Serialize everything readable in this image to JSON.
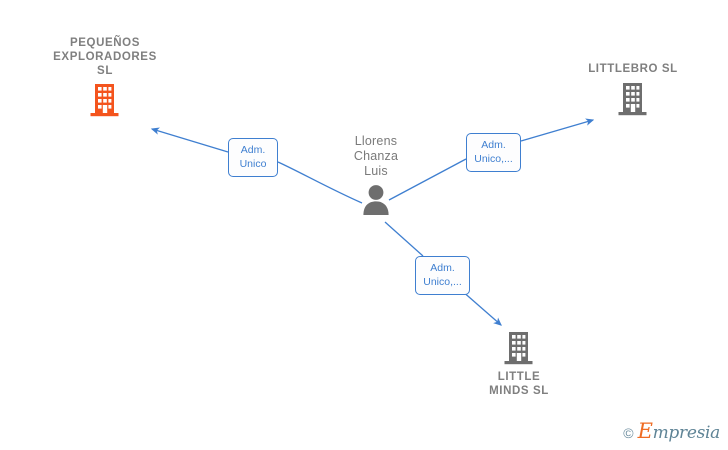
{
  "graph": {
    "background_color": "#ffffff",
    "edge_color": "#3f7fd0",
    "company_icon_color": "#6e6e6e",
    "highlight_company_color": "#f4541d",
    "person_icon_color": "#6e6e6e",
    "label_text_color": "#7f7f7f",
    "relation_label_color": "#3f7fd0",
    "nodes": [
      {
        "id": "pequenos",
        "label": "PEQUEÑOS\nEXPLORADORES\nSL",
        "type": "company",
        "icon": "building-icon",
        "highlighted": true,
        "label_position": "above"
      },
      {
        "id": "littlebro",
        "label": "LITTLEBRO SL",
        "type": "company",
        "icon": "building-icon",
        "highlighted": false,
        "label_position": "above"
      },
      {
        "id": "person",
        "label": "Llorens\nChanza\nLuis",
        "type": "person",
        "icon": "person-icon",
        "highlighted": false,
        "label_position": "above"
      },
      {
        "id": "littleminds",
        "label": "LITTLE\nMINDS  SL",
        "type": "company",
        "icon": "building-icon",
        "highlighted": false,
        "label_position": "below"
      }
    ],
    "edges": [
      {
        "id": "edge-pequenos",
        "from": "person",
        "to": "pequenos",
        "label": "Adm.\nUnico"
      },
      {
        "id": "edge-littlebro",
        "from": "person",
        "to": "littlebro",
        "label": "Adm.\nUnico,..."
      },
      {
        "id": "edge-littleminds",
        "from": "person",
        "to": "littleminds",
        "label": "Adm.\nUnico,..."
      }
    ]
  },
  "watermark": {
    "copyright": "©",
    "brand_initial": "E",
    "brand_rest": "mpresia"
  }
}
